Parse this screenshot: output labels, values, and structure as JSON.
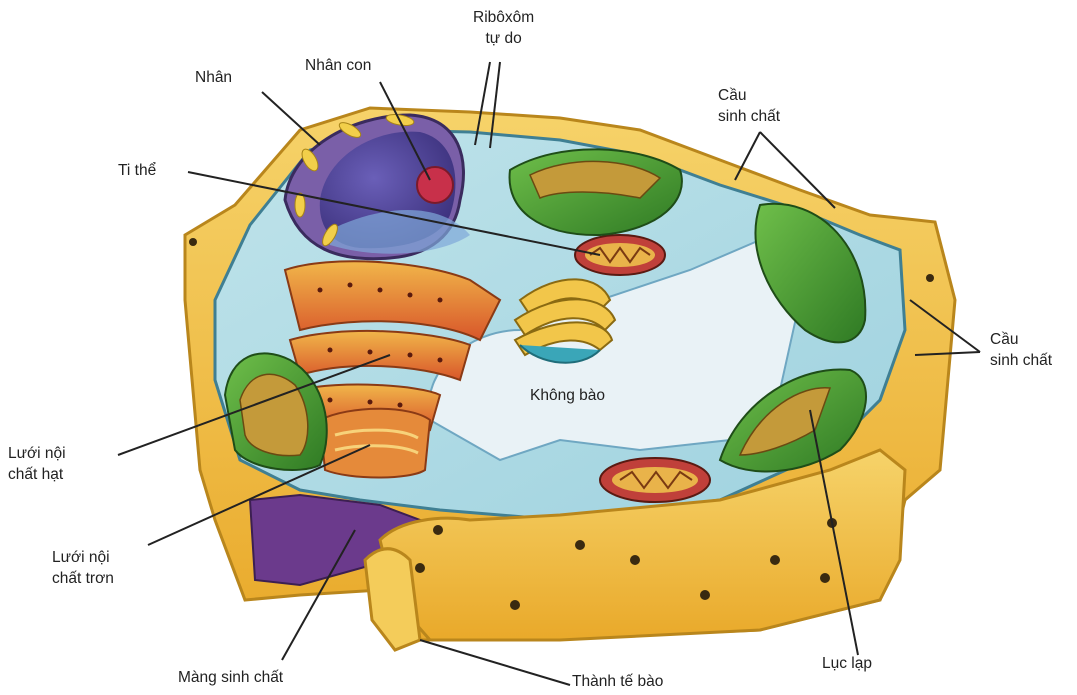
{
  "labels": {
    "riboxom": "Ribôxôm\ntự do",
    "nhan": "Nhân",
    "nhan_con": "Nhân con",
    "cau_sinh_chat_top": "Cầu\nsinh chất",
    "ti_the": "Ti thể",
    "cau_sinh_chat_right": "Cầu\nsinh chất",
    "khong_bao": "Không bào",
    "luoi_noi_chat_hat": "Lưới nội\nchất hạt",
    "luoi_noi_chat_tron": "Lưới nội\nchất trơn",
    "mang_sinh_chat": "Màng sinh chất",
    "thanh_te_bao": "Thành tế bào",
    "luc_lap": "Lục lạp"
  }
}
